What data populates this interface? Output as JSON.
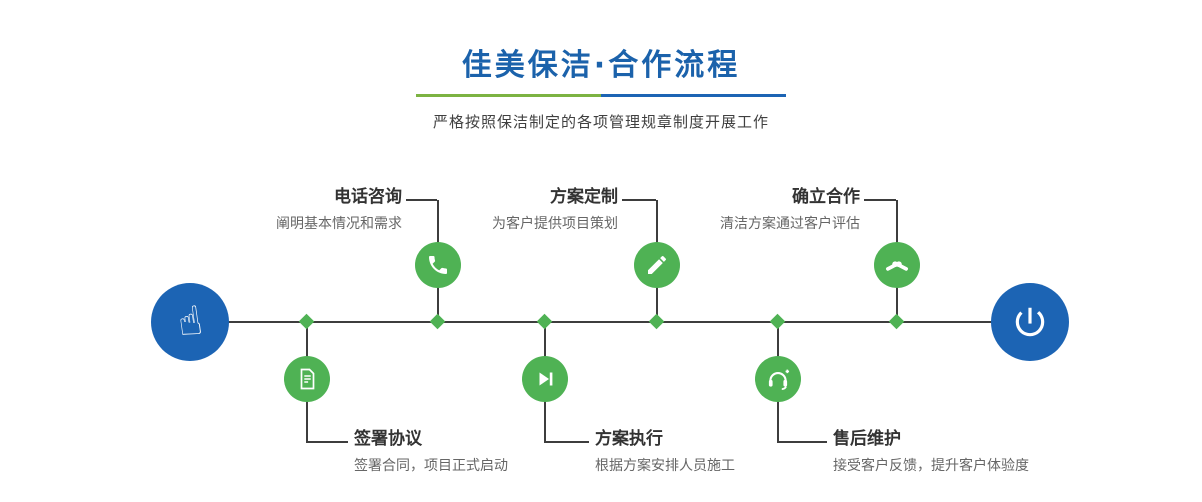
{
  "header": {
    "title": "佳美保洁·合作流程",
    "subtitle": "严格按照保洁制定的各项管理规章制度开展工作"
  },
  "steps": {
    "top": [
      {
        "title": "电话咨询",
        "desc": "阐明基本情况和需求",
        "icon": "phone-icon"
      },
      {
        "title": "方案定制",
        "desc": "为客户提供项目策划",
        "icon": "pen-ruler-icon"
      },
      {
        "title": "确立合作",
        "desc": "清洁方案通过客户评估",
        "icon": "handshake-icon"
      }
    ],
    "bottom": [
      {
        "title": "签署协议",
        "desc": "签署合同，项目正式启动",
        "icon": "contract-icon"
      },
      {
        "title": "方案执行",
        "desc": "根据方案安排人员施工",
        "icon": "play-icon"
      },
      {
        "title": "售后维护",
        "desc": "接受客户反馈，提升客户体验度",
        "icon": "headset-icon"
      }
    ]
  },
  "endpoints": {
    "start_icon": "pointing-hand-icon",
    "end_icon": "power-icon",
    "hand_glyph": "☝"
  },
  "colors": {
    "accent_green": "#4fb254",
    "accent_blue": "#1c64b4",
    "title_blue": "#1b62ab",
    "line": "#3d3d3d"
  }
}
